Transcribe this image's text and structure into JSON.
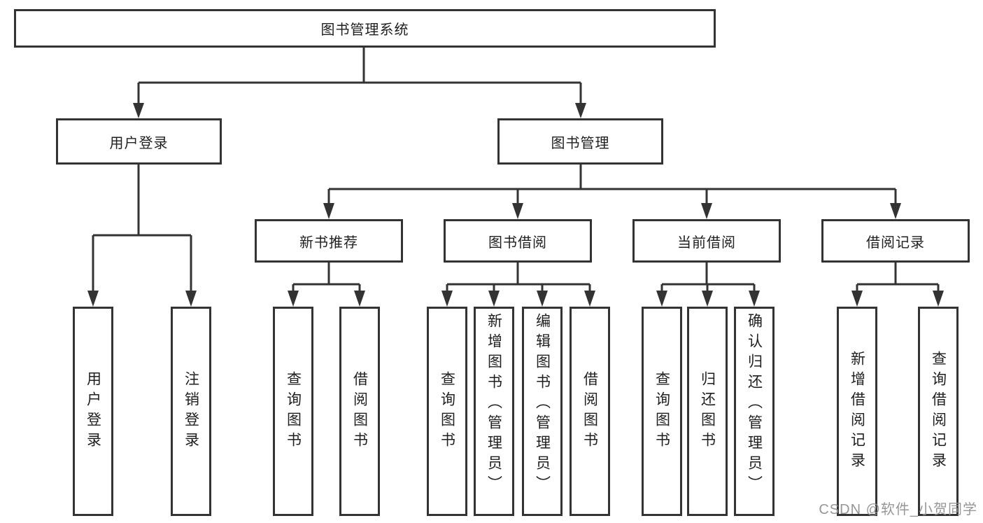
{
  "diagram": {
    "root": "图书管理系统",
    "level2": [
      "用户登录",
      "图书管理"
    ],
    "level3": [
      "新书推荐",
      "图书借阅",
      "当前借阅",
      "借阅记录"
    ],
    "leaves": {
      "user_login": [
        "用户登录",
        "注销登录"
      ],
      "recommend": [
        "查询图书",
        "借阅图书"
      ],
      "borrow": [
        "查询图书",
        "新增图书（管理员）",
        "编辑图书（管理员）",
        "借阅图书"
      ],
      "current": [
        "查询图书",
        "归还图书",
        "确认归还（管理员）"
      ],
      "records": [
        "新增借阅记录",
        "查询借阅记录"
      ]
    },
    "colors": {
      "line": "#333333",
      "box_background": "#ffffff",
      "text": "#1f1f1f",
      "watermark": "#919191"
    },
    "watermark": "CSDN @软件_小贺同学"
  }
}
